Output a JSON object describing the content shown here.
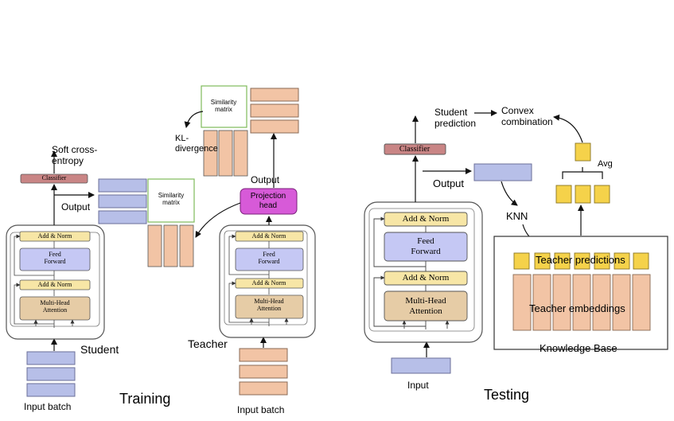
{
  "training": {
    "section_label": "Training",
    "student_label": "Student",
    "teacher_label": "Teacher",
    "input_batch_left": "Input  batch",
    "input_batch_right": "Input  batch",
    "output_student": "Output",
    "output_teacher": "Output",
    "soft_ce": "Soft cross-\nentropy",
    "kl_div": "KL-\ndivergence",
    "similarity_matrix_top": "Similarity\nmatrix",
    "similarity_matrix_mid": "Similarity\nmatrix",
    "projection_head": "Projection\nhead",
    "student_block": {
      "classifier": "Classifier",
      "add_norm_top": "Add & Norm",
      "feed_forward": "Feed\nForward",
      "add_norm_bottom": "Add & Norm",
      "attention": "Multi-Head\nAttention"
    },
    "teacher_block": {
      "add_norm_top": "Add & Norm",
      "feed_forward": "Feed\nForward",
      "add_norm_bottom": "Add & Norm",
      "attention": "Multi-Head\nAttention"
    }
  },
  "testing": {
    "section_label": "Testing",
    "input": "Input",
    "output": "Output",
    "classifier": "Classifier",
    "student_prediction": "Student\nprediction",
    "convex_combination": "Convex\ncombination",
    "avg": "Avg",
    "knn": "KNN",
    "teacher_predictions": "Teacher predictions",
    "teacher_embeddings": "Teacher embeddings",
    "knowledge_base": "Knowledge Base",
    "block": {
      "add_norm_top": "Add & Norm",
      "feed_forward": "Feed\nForward",
      "add_norm_bottom": "Add & Norm",
      "attention": "Multi-Head\nAttention"
    }
  },
  "colors": {
    "student_blue": "#b7bfe8",
    "teacher_peach": "#f2c4a5",
    "classifier_red": "#c98585",
    "add_norm_yellow": "#f7e6a6",
    "feed_forward_blue": "#c5c8f4",
    "attention_tan": "#e6cca6",
    "projection_magenta": "#d75ad8",
    "yellow_pred": "#f5d24a",
    "green_box": "#7fba5a"
  }
}
